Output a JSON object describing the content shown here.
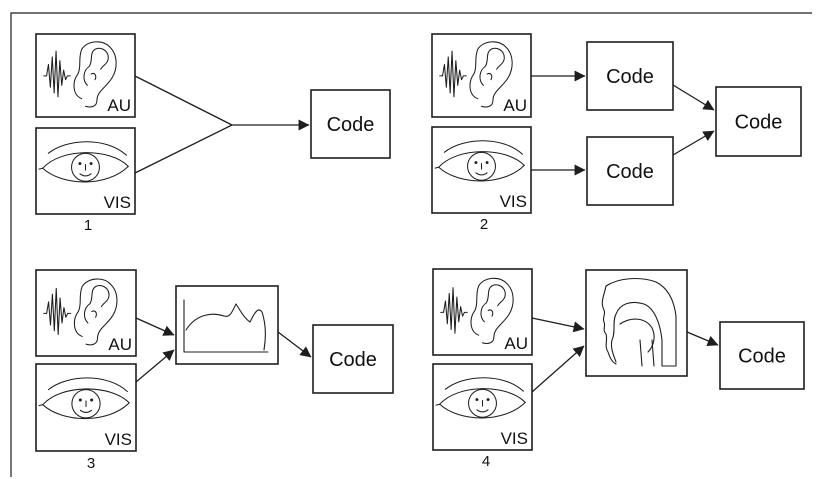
{
  "panels": [
    {
      "number": "1",
      "audio_label": "AU",
      "visual_label": "VIS",
      "code_labels": [
        "Code"
      ]
    },
    {
      "number": "2",
      "audio_label": "AU",
      "visual_label": "VIS",
      "code_labels": [
        "Code",
        "Code",
        "Code"
      ]
    },
    {
      "number": "3",
      "audio_label": "AU",
      "visual_label": "VIS",
      "code_labels": [
        "Code"
      ]
    },
    {
      "number": "4",
      "audio_label": "AU",
      "visual_label": "VIS",
      "code_labels": [
        "Code"
      ]
    }
  ]
}
